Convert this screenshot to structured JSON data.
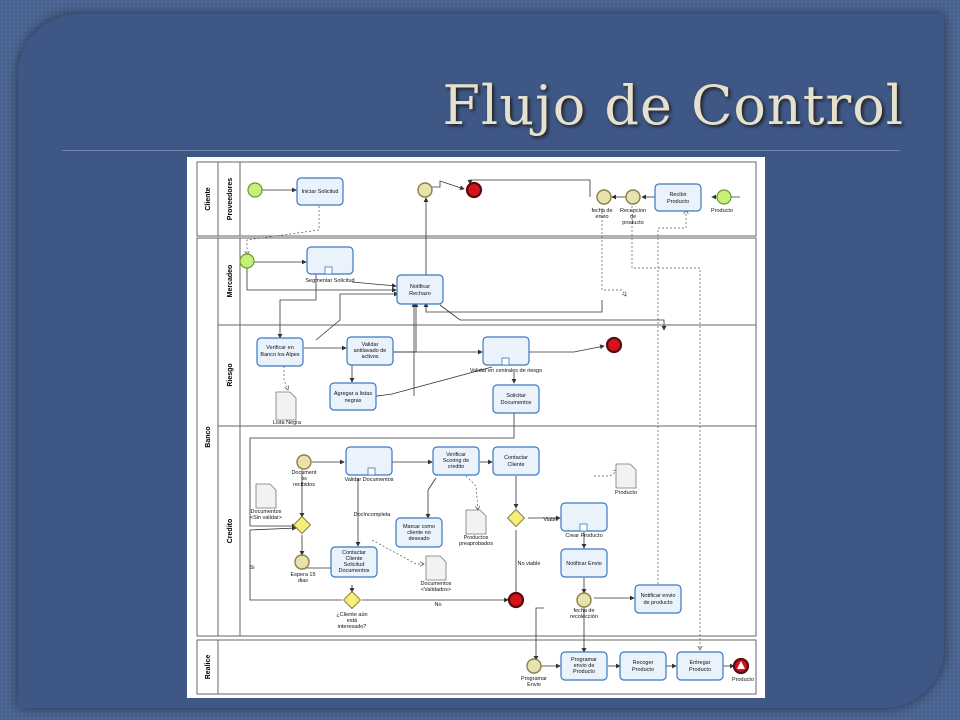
{
  "slide": {
    "title": "Flujo de Control"
  },
  "pools": [
    {
      "name": "Cliente",
      "lanes": [
        "Proveedores"
      ]
    },
    {
      "name": "Banco",
      "lanes": [
        "Mercadeo",
        "Riesgo",
        "Credito"
      ]
    },
    {
      "name": "Realice",
      "lanes": []
    }
  ],
  "tasks": {
    "iniciar": "Iniciar Solicitud",
    "recibir": [
      "Recibir",
      "Producto"
    ],
    "segmentar": "Segmentar Solicitud",
    "notificar_rechazo": [
      "Notificar",
      "Rechazo"
    ],
    "verificar_banco": [
      "Verificar en",
      "Banco los Alpes"
    ],
    "validar_activos": [
      "Validar",
      "antilavado de",
      "activos"
    ],
    "validar_centrales": "Validar en centrales de riesgo",
    "agregar_listas": [
      "Agregar a listas",
      "negras"
    ],
    "solicitar_docs": [
      "Solicitar",
      "Documentos"
    ],
    "validar_docs": "Validar Documentos",
    "verificar_scoring": [
      "Verificar",
      "Scoring de",
      "credito"
    ],
    "contactar_cliente": [
      "Contactar",
      "Cliente"
    ],
    "marcar_cliente": [
      "Marcar como",
      "cliente no",
      "deseado"
    ],
    "crear_producto": "Crear Producto",
    "contactar_solicitud": [
      "Contactar",
      "Cliente",
      "Solicitud",
      "Documentos"
    ],
    "notificar_envio": "Notificar Envio",
    "notificar_envio_prod": [
      "Notificar envio",
      "de producto"
    ],
    "programar_envio": [
      "Programar",
      "envio de",
      "Producto"
    ],
    "recoger_producto": [
      "Recoger",
      "Producto"
    ],
    "entregar_producto": [
      "Entregar",
      "Producto"
    ]
  },
  "labels": {
    "fecha_envio": [
      "fecha de",
      "envio"
    ],
    "recepcion": [
      "Recepcion",
      "de",
      "producto"
    ],
    "producto_top": "Producto",
    "lista_negra": "Lista Negra",
    "documentos_recibidos": [
      "Document",
      "os",
      "recibidos"
    ],
    "documentos_sin_validar": [
      "Documentos",
      "<Sin validar>"
    ],
    "espera": [
      "Espera 15",
      "dias"
    ],
    "doc_incompleta": "DocIncompleta",
    "documentos_validados": [
      "Documentos",
      "<Validados>"
    ],
    "productos_preaprobados": [
      "Productos",
      "preaprobados"
    ],
    "producto_credito": "Producto",
    "viable": "Viable",
    "no_viable": "No viable",
    "si": "Si",
    "no": "No",
    "cliente_interesado": [
      "¿Cliente aún",
      "está",
      "interesado?"
    ],
    "fecha_recoleccion": [
      "fecha de",
      "recolección"
    ],
    "programar_envio_event": [
      "Programar",
      "Envio"
    ],
    "producto_end": "Producto"
  },
  "colors": {
    "task_fill": "#eaf2fb",
    "task_stroke": "#3b78c2",
    "start_fill": "#c6f07a",
    "end_fill": "#d2141c",
    "timer_fill": "#e7e2b0",
    "gateway_fill": "#f3ef7a"
  }
}
